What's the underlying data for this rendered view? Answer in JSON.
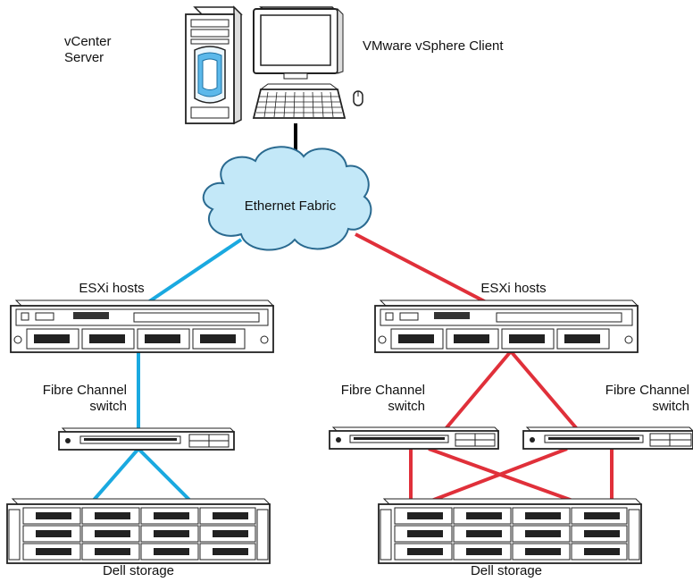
{
  "labels": {
    "vcenter_line1": "vCenter",
    "vcenter_line2": "Server",
    "vsphere_client": "VMware vSphere Client",
    "ethernet_fabric": "Ethernet Fabric",
    "esxi_hosts_left": "ESXi hosts",
    "esxi_hosts_right": "ESXi hosts",
    "fc_switch_left_line1": "Fibre Channel",
    "fc_switch_left_line2": "switch",
    "fc_switch_right1_line1": "Fibre Channel",
    "fc_switch_right1_line2": "switch",
    "fc_switch_right2_line1": "Fibre Channel",
    "fc_switch_right2_line2": "switch",
    "storage_left": "Dell storage",
    "storage_right": "Dell storage"
  },
  "colors": {
    "left_fabric": "#1aa9e0",
    "right_fabric": "#e0303a",
    "cloud_fill": "#c3e8f8",
    "cloud_stroke": "#2a6a90",
    "device": "#222222"
  }
}
